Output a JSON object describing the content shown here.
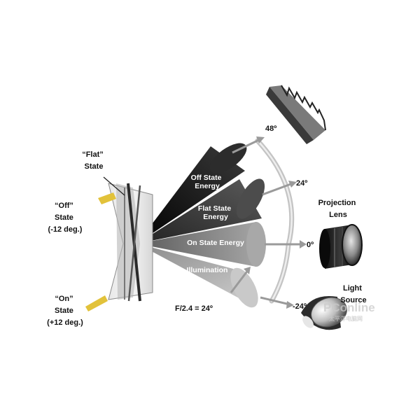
{
  "mirror_states": {
    "flat": [
      "“Flat”",
      "State"
    ],
    "off": [
      "“Off”",
      "State",
      "(-12 deg.)"
    ],
    "on": [
      "“On”",
      "State",
      "(+12 deg.)"
    ]
  },
  "cones": {
    "off_state": [
      "Off State",
      "Energy"
    ],
    "flat_state": [
      "Flat State",
      "Energy"
    ],
    "on_state": "On State Energy",
    "illumination": "Illumination"
  },
  "angles": {
    "a48": "48º",
    "a24": "24º",
    "a0": "0º",
    "aneg24": "-24º"
  },
  "components": {
    "projection_lens": [
      "Projection",
      "Lens"
    ],
    "light_source": [
      "Light",
      "Source"
    ]
  },
  "formula": "F/2.4 = 24º",
  "watermark": {
    "brand": "PConline",
    "subtitle": "太平洋电脑网"
  },
  "colors": {
    "off_cone": "#1c1c1c",
    "flat_cone": "#3e3e3e",
    "on_cone": "#8c8c8c",
    "illumination_cone": "#b4b4b4",
    "arc": "#b9b9b9"
  }
}
